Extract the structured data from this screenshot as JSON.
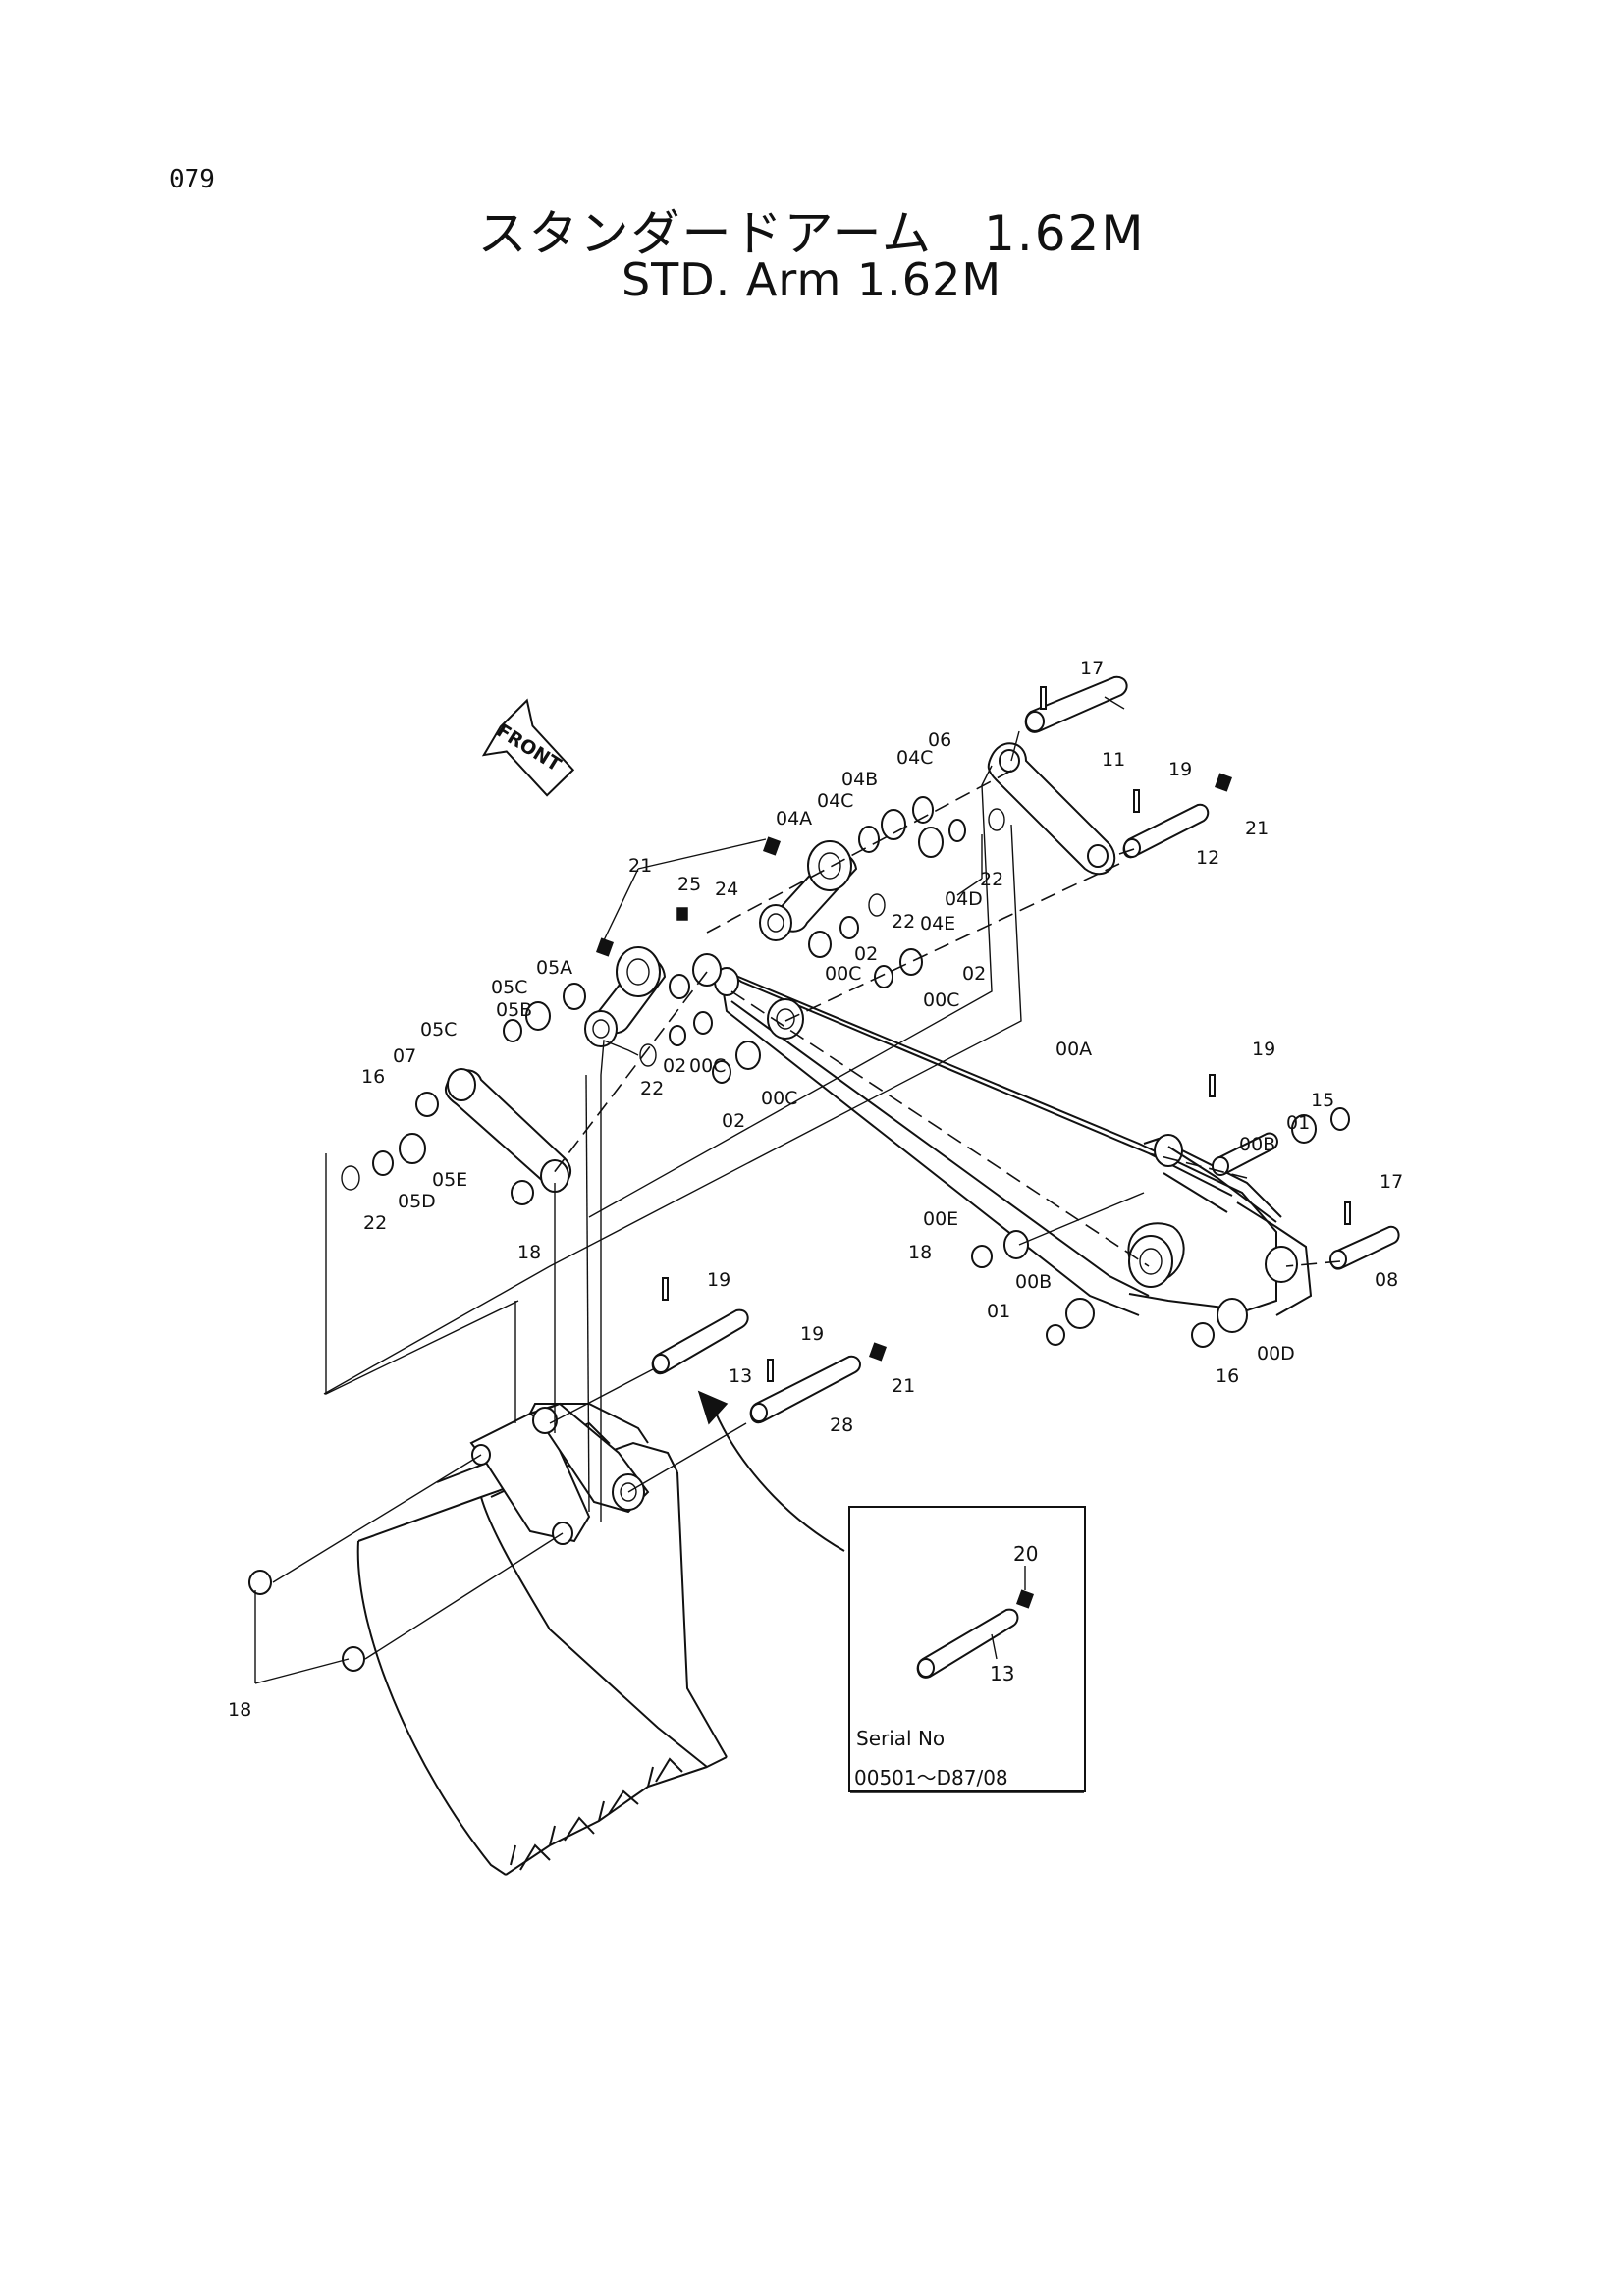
{
  "page_number": "079",
  "title_jp": "スタンダードアーム　1.62M",
  "title_en": "STD. Arm 1.62M",
  "front_label": "FRONT",
  "inset": {
    "serial_label": "Serial No",
    "serial_range": "00501～D87/08",
    "callouts": [
      "20",
      "13"
    ]
  },
  "callouts": [
    {
      "id": "c-17a",
      "text": "17"
    },
    {
      "id": "c-11",
      "text": "11"
    },
    {
      "id": "c-06",
      "text": "06"
    },
    {
      "id": "c-19a",
      "text": "19"
    },
    {
      "id": "c-21a",
      "text": "21"
    },
    {
      "id": "c-12",
      "text": "12"
    },
    {
      "id": "c-04c1",
      "text": "04C"
    },
    {
      "id": "c-04b",
      "text": "04B"
    },
    {
      "id": "c-04c2",
      "text": "04C"
    },
    {
      "id": "c-04a",
      "text": "04A"
    },
    {
      "id": "c-04d",
      "text": "04D"
    },
    {
      "id": "c-22a",
      "text": "22"
    },
    {
      "id": "c-22b",
      "text": "22"
    },
    {
      "id": "c-04e",
      "text": "04E"
    },
    {
      "id": "c-21b",
      "text": "21"
    },
    {
      "id": "c-25",
      "text": "25"
    },
    {
      "id": "c-24",
      "text": "24"
    },
    {
      "id": "c-02a",
      "text": "02"
    },
    {
      "id": "c-02b",
      "text": "02"
    },
    {
      "id": "c-00c1",
      "text": "00C"
    },
    {
      "id": "c-00c2",
      "text": "00C"
    },
    {
      "id": "c-05a",
      "text": "05A"
    },
    {
      "id": "c-05c1",
      "text": "05C"
    },
    {
      "id": "c-05b",
      "text": "05B"
    },
    {
      "id": "c-05c2",
      "text": "05C"
    },
    {
      "id": "c-07",
      "text": "07"
    },
    {
      "id": "c-16a",
      "text": "16"
    },
    {
      "id": "c-02c",
      "text": "02"
    },
    {
      "id": "c-00c3",
      "text": "00C"
    },
    {
      "id": "c-22c",
      "text": "22"
    },
    {
      "id": "c-02d",
      "text": "02"
    },
    {
      "id": "c-00c4",
      "text": "00C"
    },
    {
      "id": "c-00a",
      "text": "00A"
    },
    {
      "id": "c-05e",
      "text": "05E"
    },
    {
      "id": "c-05d",
      "text": "05D"
    },
    {
      "id": "c-22d",
      "text": "22"
    },
    {
      "id": "c-18a",
      "text": "18"
    },
    {
      "id": "c-19b",
      "text": "19"
    },
    {
      "id": "c-15",
      "text": "15"
    },
    {
      "id": "c-00b1",
      "text": "00B"
    },
    {
      "id": "c-01a",
      "text": "01"
    },
    {
      "id": "c-17b",
      "text": "17"
    },
    {
      "id": "c-08",
      "text": "08"
    },
    {
      "id": "c-00e",
      "text": "00E"
    },
    {
      "id": "c-18b",
      "text": "18"
    },
    {
      "id": "c-00b2",
      "text": "00B"
    },
    {
      "id": "c-01b",
      "text": "01"
    },
    {
      "id": "c-00d",
      "text": "00D"
    },
    {
      "id": "c-16b",
      "text": "16"
    },
    {
      "id": "c-19c",
      "text": "19"
    },
    {
      "id": "c-13",
      "text": "13"
    },
    {
      "id": "c-19d",
      "text": "19"
    },
    {
      "id": "c-21c",
      "text": "21"
    },
    {
      "id": "c-28",
      "text": "28"
    },
    {
      "id": "c-18c",
      "text": "18"
    }
  ]
}
